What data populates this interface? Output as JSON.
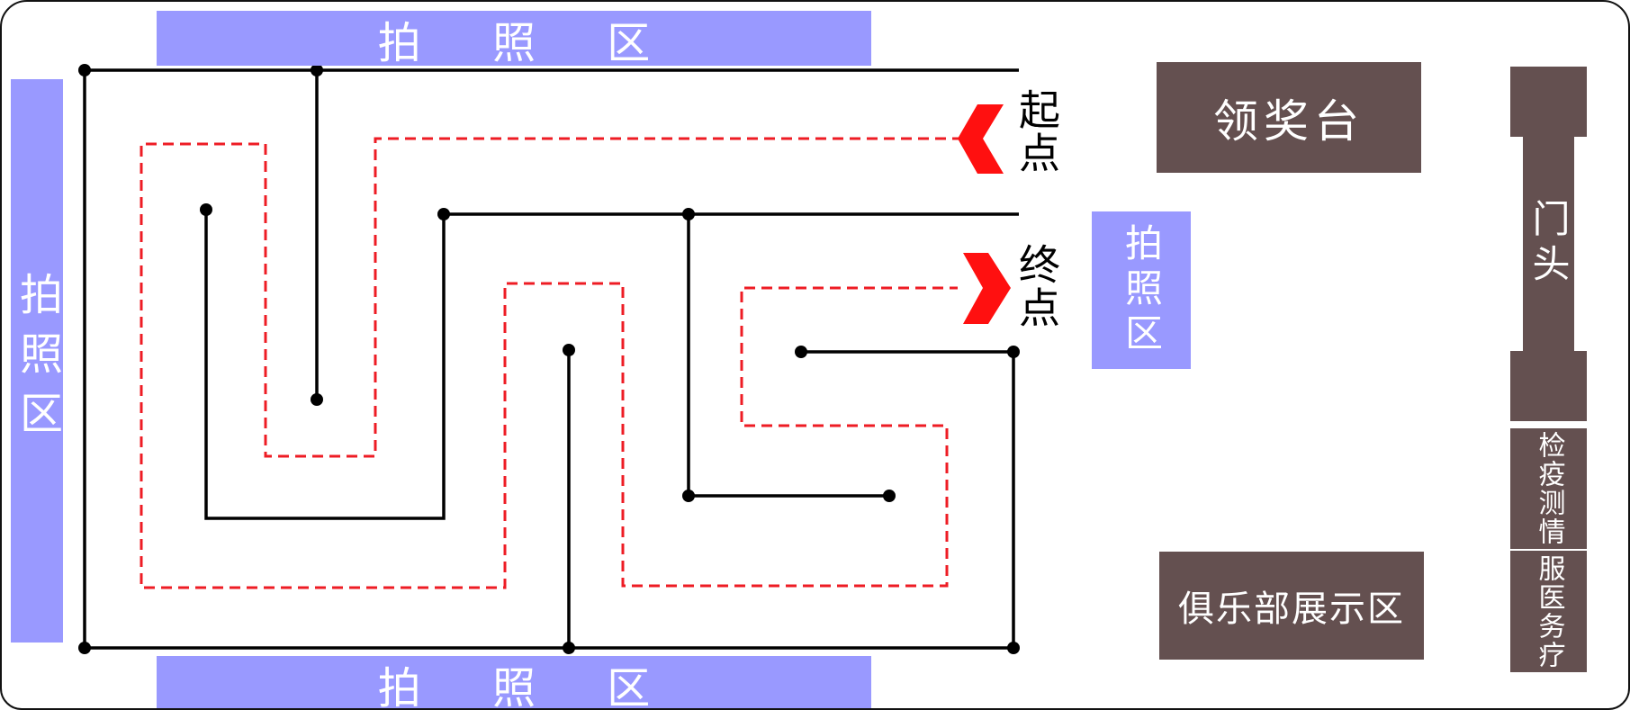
{
  "zones": {
    "photo_top": "拍 照 区",
    "photo_bottom": "拍 照 区",
    "photo_left": "拍照区",
    "photo_middle": "拍照区",
    "awards_stage": "领奖台",
    "gate": "门头",
    "epidemic_check": "检疫测情",
    "medical_service": "服医务疗",
    "club_display": "俱乐部展示区"
  },
  "markers": {
    "start": "起点",
    "end": "终点"
  },
  "colors": {
    "photo_zone": "#9999ff",
    "facility": "#645050",
    "route": "#ee1c24",
    "wall": "#000000"
  }
}
